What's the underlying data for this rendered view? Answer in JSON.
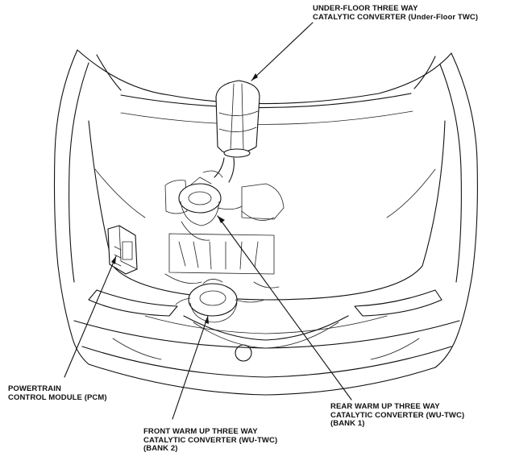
{
  "labels": {
    "under_floor": {
      "line1": "UNDER-FLOOR THREE WAY",
      "line2": "CATALYTIC CONVERTER (Under-Floor TWC)"
    },
    "pcm": {
      "line1": "POWERTRAIN",
      "line2": "CONTROL MODULE (PCM)"
    },
    "rear_wu": {
      "line1": "REAR WARM UP THREE WAY",
      "line2": "CATALYTIC CONVERTER (WU-TWC)",
      "line3": "(BANK 1)"
    },
    "front_wu": {
      "line1": "FRONT WARM UP THREE WAY",
      "line2": "CATALYTIC CONVERTER (WU-TWC)",
      "line3": "(BANK 2)"
    }
  },
  "colors": {
    "line": "#111111",
    "background": "#ffffff"
  }
}
